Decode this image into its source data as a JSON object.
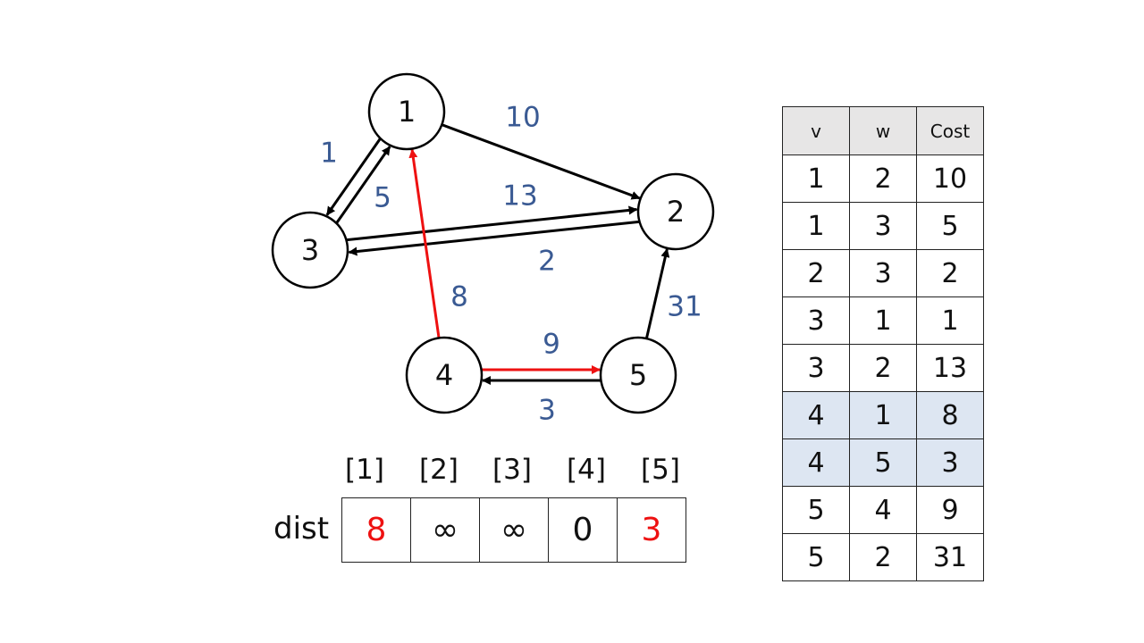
{
  "colors": {
    "edge_label": "#3a5a93",
    "highlight_edge": "#ee1111",
    "normal_edge": "#000000",
    "highlight_row": "#dde6f2",
    "header_bg": "#e7e6e6"
  },
  "graph": {
    "nodes": [
      "1",
      "2",
      "3",
      "4",
      "5"
    ],
    "edges": [
      {
        "from": "1",
        "to": "2",
        "label": "10",
        "highlight": false
      },
      {
        "from": "1",
        "to": "3",
        "label": "5",
        "highlight": false
      },
      {
        "from": "3",
        "to": "1",
        "label": "1",
        "highlight": false
      },
      {
        "from": "3",
        "to": "2",
        "label": "13",
        "highlight": false
      },
      {
        "from": "2",
        "to": "3",
        "label": "2",
        "highlight": false
      },
      {
        "from": "4",
        "to": "1",
        "label": "8",
        "highlight": true
      },
      {
        "from": "5",
        "to": "2",
        "label": "31",
        "highlight": false
      },
      {
        "from": "5",
        "to": "4",
        "label": "9",
        "highlight": false
      },
      {
        "from": "4",
        "to": "5",
        "label": "3",
        "highlight": true
      }
    ]
  },
  "dist": {
    "title": "dist",
    "indices": [
      "[1]",
      "[2]",
      "[3]",
      "[4]",
      "[5]"
    ],
    "values": [
      "8",
      "∞",
      "∞",
      "0",
      "3"
    ],
    "red": [
      true,
      false,
      false,
      false,
      true
    ]
  },
  "table": {
    "headers": [
      "v",
      "w",
      "Cost"
    ],
    "rows": [
      {
        "cells": [
          "1",
          "2",
          "10"
        ],
        "highlight": false
      },
      {
        "cells": [
          "1",
          "3",
          "5"
        ],
        "highlight": false
      },
      {
        "cells": [
          "2",
          "3",
          "2"
        ],
        "highlight": false
      },
      {
        "cells": [
          "3",
          "1",
          "1"
        ],
        "highlight": false
      },
      {
        "cells": [
          "3",
          "2",
          "13"
        ],
        "highlight": false
      },
      {
        "cells": [
          "4",
          "1",
          "8"
        ],
        "highlight": true
      },
      {
        "cells": [
          "4",
          "5",
          "3"
        ],
        "highlight": true
      },
      {
        "cells": [
          "5",
          "4",
          "9"
        ],
        "highlight": false
      },
      {
        "cells": [
          "5",
          "2",
          "31"
        ],
        "highlight": false
      }
    ]
  }
}
